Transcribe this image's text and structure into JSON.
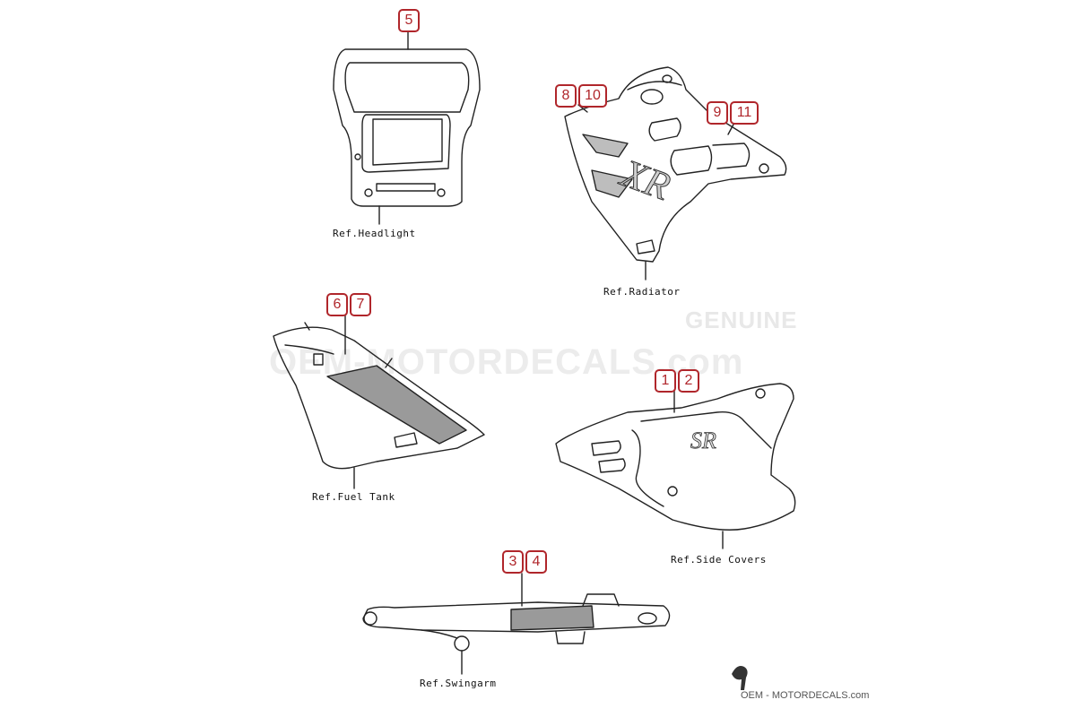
{
  "watermark": {
    "genuine": "GENUINE",
    "site": "OEM-MOTORDECALS.com"
  },
  "footer": {
    "logo_text": "OEM - MOTORDECALS.com"
  },
  "parts": {
    "headlight": {
      "ref_label": "Ref.Headlight",
      "callouts": [
        "5"
      ]
    },
    "radiator": {
      "ref_label": "Ref.Radiator",
      "callouts_left": [
        "8",
        "10"
      ],
      "callouts_right": [
        "9",
        "11"
      ],
      "decal_text": "XR"
    },
    "fuel_tank": {
      "ref_label": "Ref.Fuel Tank",
      "callouts": [
        "6",
        "7"
      ]
    },
    "side_covers": {
      "ref_label": "Ref.Side Covers",
      "callouts": [
        "1",
        "2"
      ],
      "decal_text": "SR"
    },
    "swingarm": {
      "ref_label": "Ref.Swingarm",
      "callouts": [
        "3",
        "4"
      ]
    }
  },
  "colors": {
    "callout": "#b0262b",
    "line": "#222222",
    "decal_fill": "#9a9a9a"
  }
}
